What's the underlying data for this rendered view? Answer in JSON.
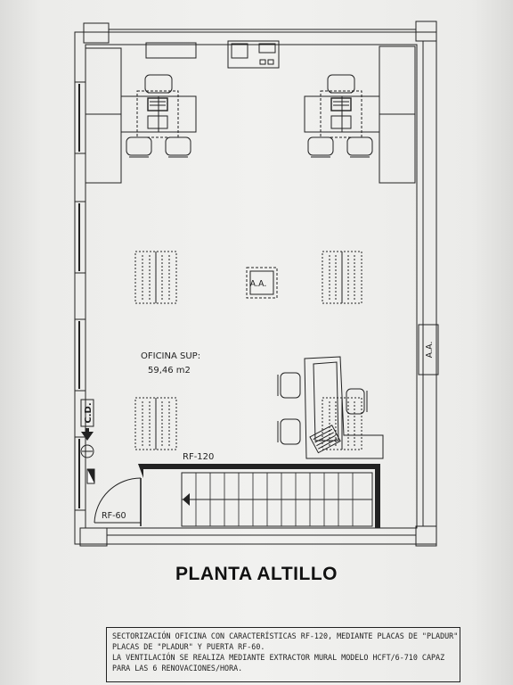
{
  "plan_title": "PLANTA ALTILLO",
  "room": {
    "name": "OFICINA SUP:",
    "area": "59,46 m2"
  },
  "labels": {
    "aa_ceiling": "A.A.",
    "aa_wall": "A.A.",
    "cd": "C.D.",
    "rf120": "RF-120",
    "rf60": "RF-60"
  },
  "notes": [
    "SECTORIZACIÓN OFICINA CON CARACTERÍSTICAS RF-120, MEDIANTE PLACAS DE \"PLADUR\"",
    "PLACAS DE \"PLADUR\" Y PUERTA RF-60.",
    "LA VENTILACIÓN SE REALIZA MEDIANTE EXTRACTOR MURAL MODELO HCFT/6-710 CAPAZ",
    "PARA LAS 6 RENOVACIONES/HORA."
  ],
  "colors": {
    "paper": "#f1f1ef",
    "ink": "#222222"
  }
}
